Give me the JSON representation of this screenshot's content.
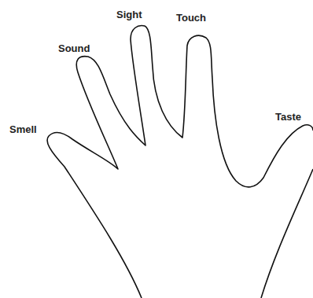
{
  "diagram": {
    "labels": [
      "Smell",
      "Sound",
      "Sight",
      "Touch",
      "Taste"
    ]
  }
}
